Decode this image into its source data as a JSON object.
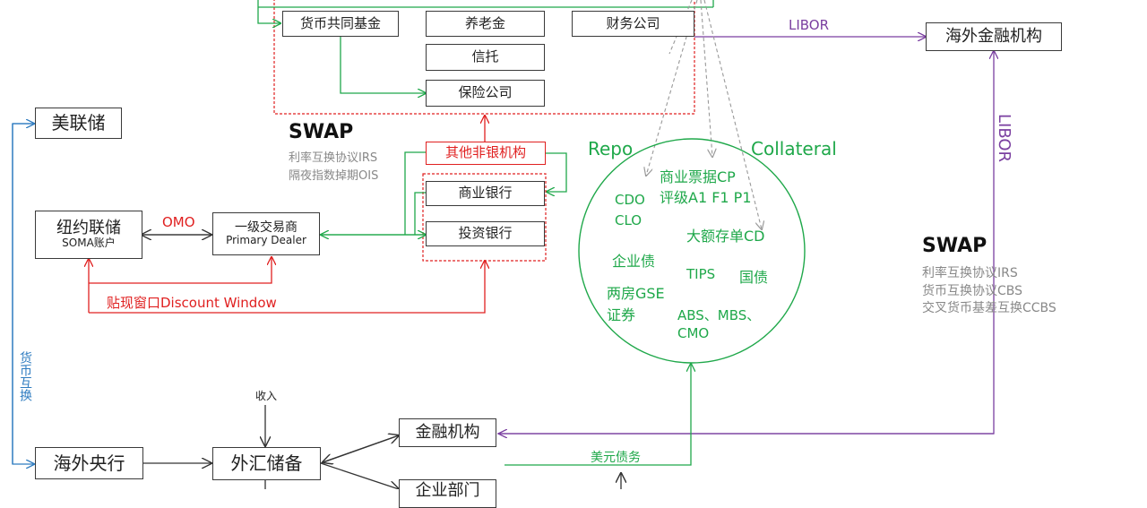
{
  "top_group": {
    "money_fund": "货币共同基金",
    "pension": "养老金",
    "finance_co": "财务公司",
    "trust": "信托",
    "insurance": "保险公司"
  },
  "overseas_inst": "海外金融机构",
  "libor_h": "LIBOR",
  "libor_v": "LIBOR",
  "fed": "美联储",
  "nyfed": {
    "name": "纽约联储",
    "sub": "SOMA账户"
  },
  "omo": "OMO",
  "primary_dealer": {
    "name": "一级交易商",
    "sub": "Primary Dealer"
  },
  "discount_window": "贴现窗口Discount Window",
  "swap_left": {
    "title": "SWAP",
    "lines": [
      "利率互换协议IRS",
      "隔夜指数掉期OIS"
    ]
  },
  "nonbank": "其他非银机构",
  "commercial_bank": "商业银行",
  "investment_bank": "投资银行",
  "repo": "Repo",
  "collateral": "Collateral",
  "circle_items": {
    "cp": "商业票据CP",
    "cp_rating": "评级A1 F1 P1",
    "cdo": "CDO",
    "clo": "CLO",
    "cd": "大额存单CD",
    "corp_bond": "企业债",
    "tips": "TIPS",
    "treasury": "国债",
    "gse1": "两房GSE",
    "gse2": "证券",
    "abs": "ABS、MBS、",
    "cmo": "CMO"
  },
  "swap_right": {
    "title": "SWAP",
    "lines": [
      "利率互换协议IRS",
      "货币互换协议CBS",
      "交叉货币基差互换CCBS"
    ]
  },
  "fx_swap": "货币互换",
  "overseas_cb": "海外央行",
  "fx_reserve": "外汇储备",
  "income": "收入",
  "fin_inst": "金融机构",
  "usd_debt": "美元债务",
  "bottom_cut": "企业部门",
  "colors": {
    "red": "#e02020",
    "green": "#1fa84a",
    "purple": "#7a3fa0",
    "blue": "#2f7cc0",
    "gray": "#999999"
  }
}
